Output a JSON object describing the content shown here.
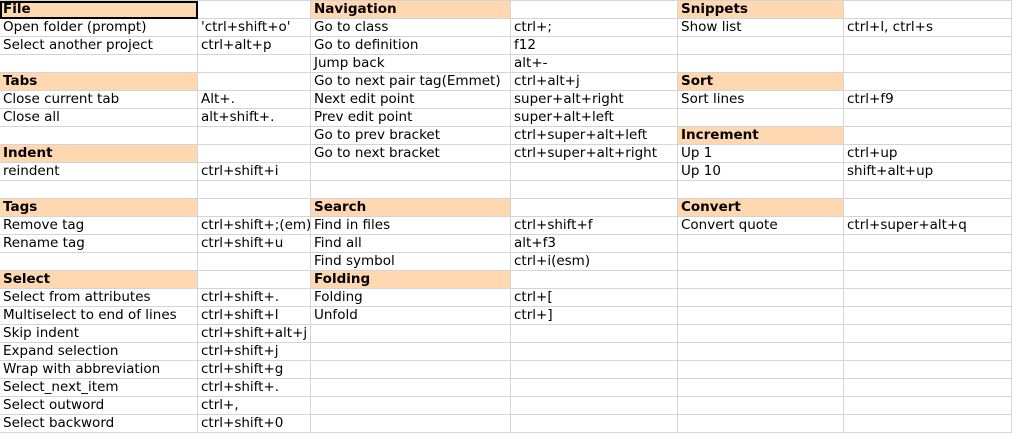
{
  "sheet": {
    "rows": [
      [
        "File",
        "",
        "Navigation",
        "",
        "Snippets",
        ""
      ],
      [
        "Open folder (prompt)",
        "'ctrl+shift+o'",
        "Go to class",
        "ctrl+;",
        "Show list",
        "ctrl+l, ctrl+s"
      ],
      [
        "Select another project",
        "ctrl+alt+p",
        "Go to definition",
        "f12",
        "",
        ""
      ],
      [
        "",
        "",
        "Jump back",
        "alt+-",
        "",
        ""
      ],
      [
        "Tabs",
        "",
        "Go to next pair tag(Emmet)",
        "ctrl+alt+j",
        "Sort",
        ""
      ],
      [
        "Close current tab",
        "Alt+.",
        "Next edit point",
        "super+alt+right",
        "Sort lines",
        "ctrl+f9"
      ],
      [
        "Close all",
        "alt+shift+.",
        "Prev edit point",
        "super+alt+left",
        "",
        ""
      ],
      [
        "",
        "",
        "Go to prev bracket",
        "ctrl+super+alt+left",
        "Increment",
        ""
      ],
      [
        "Indent",
        "",
        "Go to next bracket",
        "ctrl+super+alt+right",
        "Up 1",
        "ctrl+up"
      ],
      [
        "reindent",
        "ctrl+shift+i",
        "",
        "",
        "Up 10",
        "shift+alt+up"
      ],
      [
        "",
        "",
        "",
        "",
        "",
        ""
      ],
      [
        "Tags",
        "",
        "Search",
        "",
        "Convert",
        ""
      ],
      [
        "Remove tag",
        "ctrl+shift+;(em)",
        "Find in files",
        "ctrl+shift+f",
        "Convert quote",
        "ctrl+super+alt+q"
      ],
      [
        "Rename tag",
        "ctrl+shift+u",
        "Find all",
        "alt+f3",
        "",
        ""
      ],
      [
        "",
        "",
        "Find symbol",
        "ctrl+i(esm)",
        "",
        ""
      ],
      [
        "Select",
        "",
        "",
        "",
        "",
        ""
      ],
      [
        "Select from attributes",
        "ctrl+shift+.",
        "Folding",
        "",
        "",
        ""
      ],
      [
        "Multiselect to end of lines",
        "ctrl+shift+l",
        "Folding",
        "ctrl+[",
        "",
        ""
      ],
      [
        "Skip indent",
        "ctrl+shift+alt+j",
        "Unfold",
        "ctrl+]",
        "",
        ""
      ],
      [
        "Expand selection",
        "ctrl+shift+j",
        "",
        "",
        "",
        ""
      ],
      [
        "Wrap with abbreviation",
        "ctrl+shift+g",
        "",
        "",
        "",
        ""
      ],
      [
        "Select_next_item",
        "ctrl+shift+.",
        "",
        "",
        "",
        ""
      ],
      [
        "Select outword",
        "ctrl+,",
        "",
        "",
        "",
        ""
      ],
      [
        "Select backword",
        "ctrl+shift+0",
        "",
        "",
        "",
        ""
      ]
    ]
  },
  "colors": {
    "header_fill": "#ffd7b0",
    "grid_line": "#d4d4d4"
  }
}
